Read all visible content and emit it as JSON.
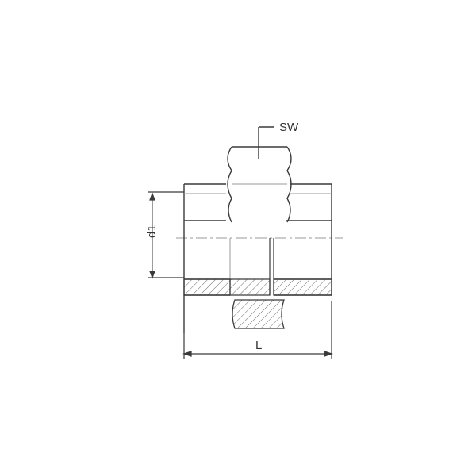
{
  "drawing": {
    "labels": {
      "wrench_size": "SW",
      "diameter": "d1",
      "length": "L"
    },
    "colors": {
      "line": "#3a3a3a",
      "light_line": "#9a9a9a",
      "hatch": "#6a6a6a",
      "background": "#ffffff"
    }
  }
}
